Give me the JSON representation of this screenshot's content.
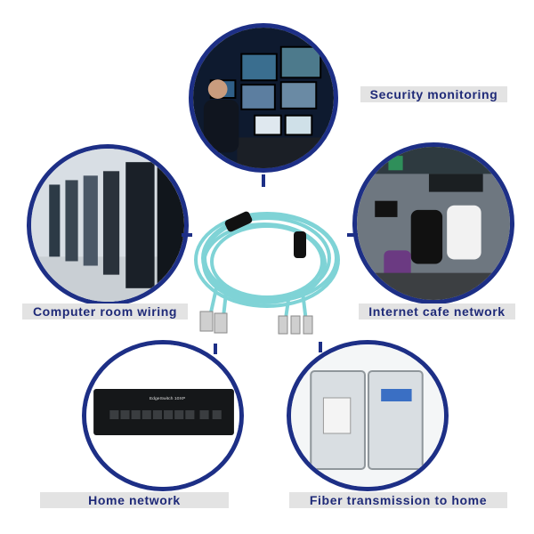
{
  "labels": {
    "security": "Security monitoring",
    "computer_room": "Computer room wiring",
    "internet_cafe": "Internet cafe network",
    "home_network": "Home network",
    "fiber_home": "Fiber transmission to home"
  },
  "device_text": {
    "switch_brand": "EdgeSwitch 10XP"
  },
  "colors": {
    "ring": "#1d2f86",
    "label_bg": "#e3e3e3",
    "label_text": "#1f2a78",
    "cable": "#7fd3d6"
  }
}
